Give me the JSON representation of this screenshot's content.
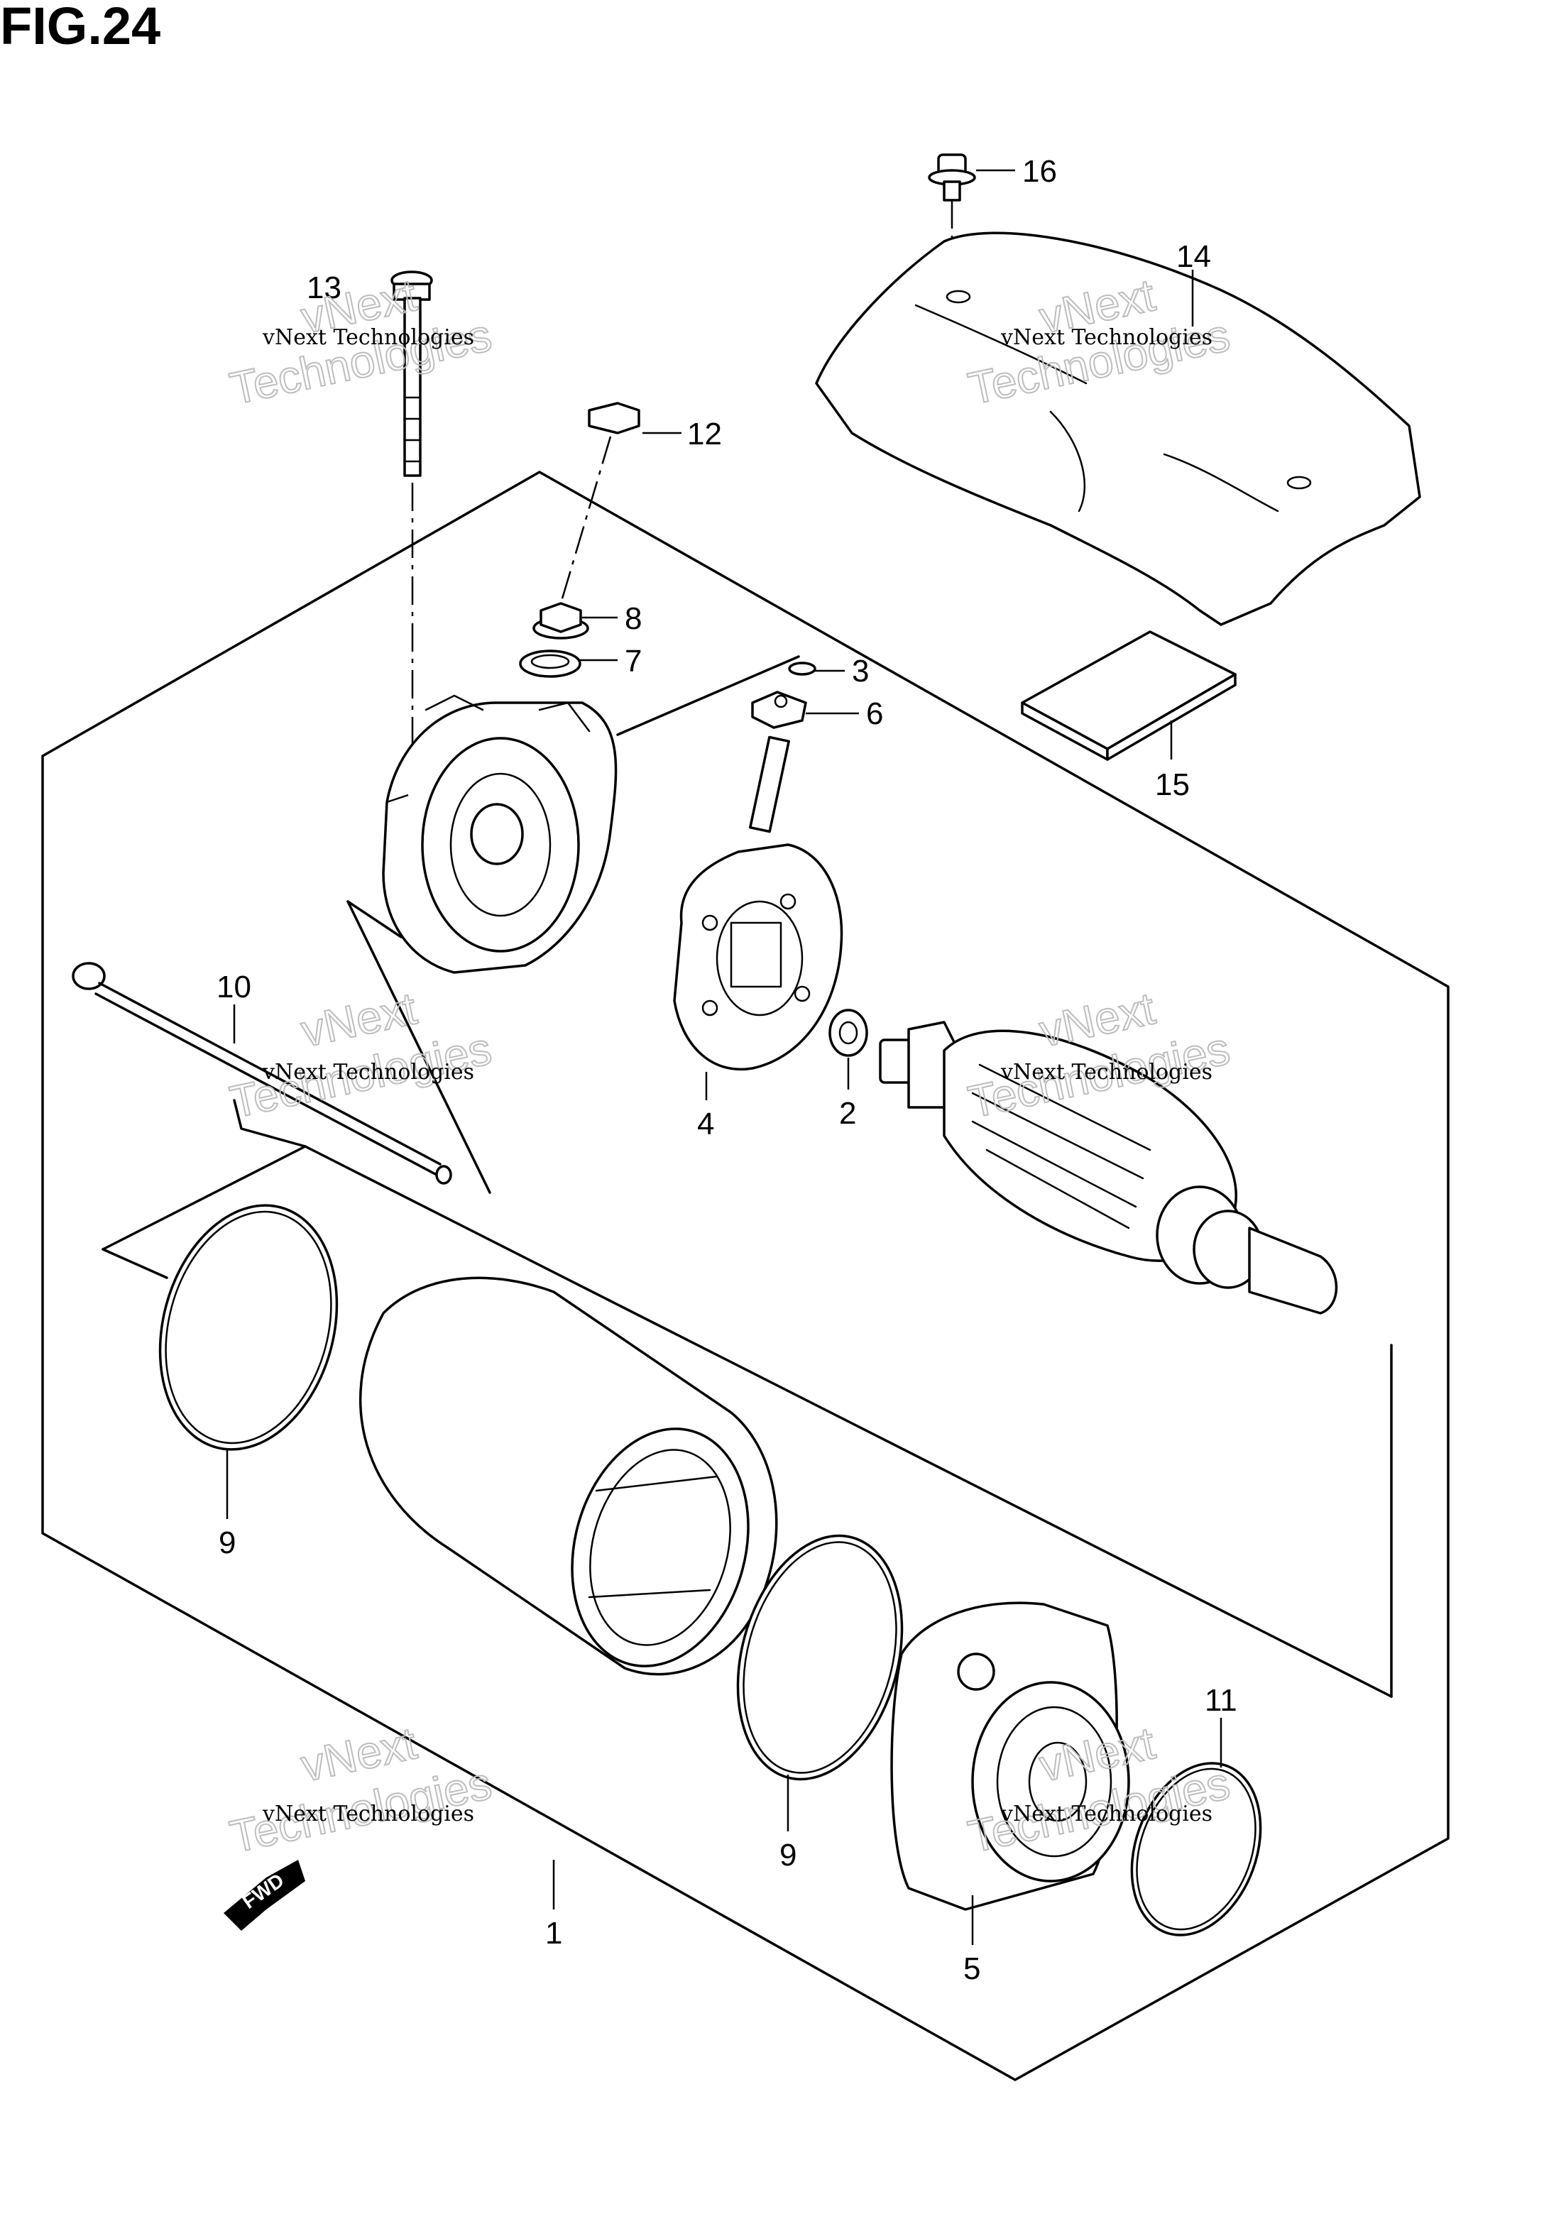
{
  "figure": {
    "title": "FIG.24"
  },
  "callouts": {
    "p1": "1",
    "p2": "2",
    "p3": "3",
    "p4": "4",
    "p5": "5",
    "p6": "6",
    "p7": "7",
    "p8": "8",
    "p9a": "9",
    "p9b": "9",
    "p10": "10",
    "p11": "11",
    "p12": "12",
    "p13": "13",
    "p14": "14",
    "p15": "15",
    "p16": "16"
  },
  "watermark": {
    "line1": "vNext Technologies",
    "line2": "Technologies",
    "line3": "vNext"
  },
  "fwd_arrow": {
    "label": "FWD"
  }
}
